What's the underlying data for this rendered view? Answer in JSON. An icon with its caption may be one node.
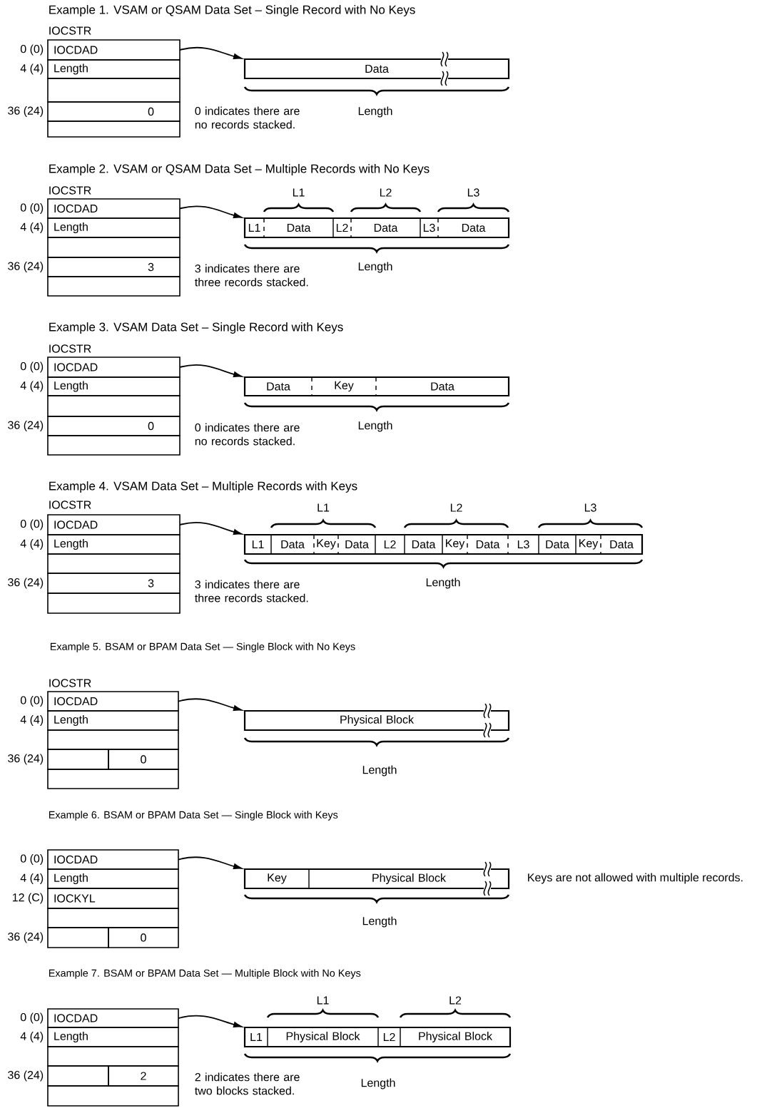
{
  "diagram": {
    "nodes": [
      {
        "text": [
          "IOCDAD"
        ]
      },
      {
        "text": [
          "Length"
        ]
      },
      {
        "text": [],
        "shape": "box"
      },
      {
        "text": [
          "0"
        ]
      },
      {
        "text": [],
        "shape": "box"
      },
      {
        "text": [
          "Data"
        ]
      },
      {
        "text": [
          "IOCDAD"
        ]
      },
      {
        "text": [
          "Length"
        ]
      },
      {
        "text": [],
        "shape": "box"
      },
      {
        "text": [
          "3"
        ]
      },
      {
        "text": [],
        "shape": "box"
      },
      {
        "text": [],
        "shape": "box"
      },
      {
        "text": [
          "L1"
        ],
        "in": 11
      },
      {
        "text": [
          "Data"
        ],
        "in": 11
      },
      {
        "text": [
          "L2"
        ],
        "in": 11
      },
      {
        "text": [
          "Data"
        ],
        "in": 11
      },
      {
        "text": [
          "L3"
        ],
        "in": 11
      },
      {
        "text": [
          "Data"
        ],
        "in": 11
      },
      {
        "text": [
          "IOCDAD"
        ]
      },
      {
        "text": [
          "Length"
        ]
      },
      {
        "text": [],
        "shape": "box"
      },
      {
        "text": [
          "0"
        ]
      },
      {
        "text": [],
        "shape": "box"
      },
      {
        "text": [],
        "shape": "box"
      },
      {
        "text": [
          "Data"
        ],
        "in": 23
      },
      {
        "text": [
          "Key"
        ],
        "in": 23
      },
      {
        "text": [
          "Data"
        ],
        "in": 23
      },
      {
        "text": [
          "IOCDAD"
        ]
      },
      {
        "text": [
          "Length"
        ]
      },
      {
        "text": [],
        "shape": "box"
      },
      {
        "text": [
          "3"
        ]
      },
      {
        "text": [],
        "shape": "box"
      },
      {
        "text": [],
        "shape": "box"
      },
      {
        "text": [
          "L1"
        ],
        "in": 32
      },
      {
        "text": [
          "Data"
        ],
        "in": 32
      },
      {
        "text": [
          "Key"
        ],
        "in": 32
      },
      {
        "text": [
          "Data"
        ],
        "in": 32
      },
      {
        "text": [
          "L2"
        ],
        "in": 32
      },
      {
        "text": [
          "Data"
        ],
        "in": 32
      },
      {
        "text": [
          "Key"
        ],
        "in": 32
      },
      {
        "text": [
          "Data"
        ],
        "in": 32
      },
      {
        "text": [
          "L3"
        ],
        "in": 32
      },
      {
        "text": [
          "Data"
        ],
        "in": 32
      },
      {
        "text": [
          "Key"
        ],
        "in": 32
      },
      {
        "text": [
          "Data"
        ],
        "in": 32
      },
      {
        "text": [
          "IOCDAD"
        ]
      },
      {
        "text": [
          "Length"
        ]
      },
      {
        "text": [],
        "shape": "box"
      },
      {
        "text": [],
        "shape": "box"
      },
      {
        "text": [
          "0"
        ]
      },
      {
        "text": [],
        "shape": "box"
      },
      {
        "text": [
          "Physical Block"
        ]
      },
      {
        "text": [
          "IOCDAD"
        ]
      },
      {
        "text": [
          "Length"
        ]
      },
      {
        "text": [
          "IOCKYL"
        ]
      },
      {
        "text": [],
        "shape": "box"
      },
      {
        "text": [],
        "shape": "box"
      },
      {
        "text": [
          "0"
        ]
      },
      {
        "text": [],
        "shape": "box"
      },
      {
        "text": [
          "Key"
        ],
        "in": 58
      },
      {
        "text": [
          "Physical Block"
        ],
        "in": 58
      },
      {
        "text": [
          "IOCDAD"
        ]
      },
      {
        "text": [
          "Length"
        ]
      },
      {
        "text": [],
        "shape": "box"
      },
      {
        "text": [],
        "shape": "box"
      },
      {
        "text": [
          "2"
        ]
      },
      {
        "text": [],
        "shape": "box"
      },
      {
        "text": [],
        "shape": "box"
      },
      {
        "text": [
          "L1"
        ],
        "in": 67
      },
      {
        "text": [
          "Physical Block"
        ],
        "in": 67
      },
      {
        "text": [
          "L2"
        ],
        "in": 67
      },
      {
        "text": [
          "Physical Block"
        ],
        "in": 67
      }
    ],
    "edges": [
      {
        "from": 0,
        "to": 5,
        "arrow": "to"
      },
      {
        "from": 6,
        "to": 11,
        "arrow": "to"
      },
      {
        "from": 18,
        "to": 23,
        "arrow": "to"
      },
      {
        "from": 27,
        "to": 32,
        "arrow": "to"
      },
      {
        "from": 45,
        "to": 51,
        "arrow": "to"
      },
      {
        "from": 52,
        "to": 58,
        "arrow": "to"
      },
      {
        "from": 61,
        "to": 67,
        "arrow": "to"
      }
    ],
    "labels": [
      "Example 1. VSAM or QSAM Data Set – Single Record with No Keys",
      "IOCSTR",
      "0 (0)",
      "4 (4)",
      "36 (24)",
      "0 indicates there are no records stacked.",
      "Length",
      "Example 2. VSAM or QSAM Data Set – Multiple Records with No Keys",
      "IOCSTR",
      "0 (0)",
      "4 (4)",
      "36 (24)",
      "L1",
      "L2",
      "L3",
      "3 indicates there are three records stacked.",
      "Length",
      "Example 3. VSAM Data Set – Single Record with Keys",
      "IOCSTR",
      "0 (0)",
      "4 (4)",
      "36 (24)",
      "0 indicates there are no records stacked.",
      "Length",
      "Example 4. VSAM Data Set – Multiple Records with Keys",
      "IOCSTR",
      "0 (0)",
      "4 (4)",
      "36 (24)",
      "L1",
      "L2",
      "L3",
      "3 indicates there are three records stacked.",
      "Length",
      "Example 5. BSAM or BPAM Data Set — Single Block with No Keys",
      "IOCSTR",
      "0 (0)",
      "4 (4)",
      "36 (24)",
      "Length",
      "Example 6. BSAM or BPAM Data Set — Single Block with Keys",
      "0 (0)",
      "4 (4)",
      "12 (C)",
      "36 (24)",
      "Keys are not allowed with multiple records.",
      "Length",
      "Example 7. BSAM or BPAM Data Set — Multiple Block with No Keys",
      "0 (0)",
      "4 (4)",
      "36 (24)",
      "L1",
      "L2",
      "2 indicates there are two blocks stacked.",
      "Length"
    ]
  }
}
